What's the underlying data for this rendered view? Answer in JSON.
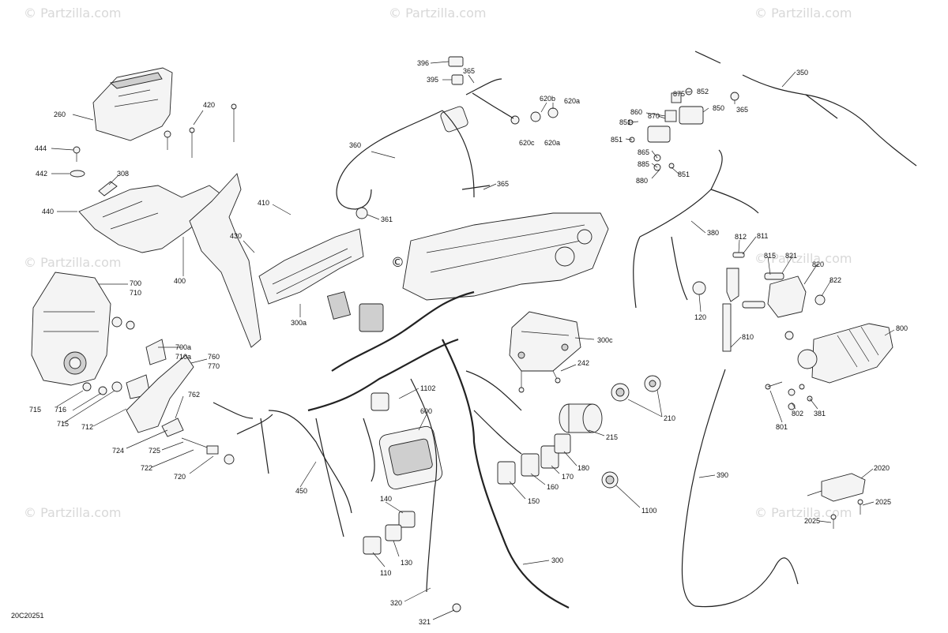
{
  "watermarks": [
    "© Partzilla.com",
    "© Partzilla.com",
    "© Partzilla.com",
    "© Partzilla.com",
    "© Partzilla.com",
    "© Partzilla.com",
    "© Partzilla.com"
  ],
  "center_watermark": "© Partzilla.com",
  "figure_code": "20C20251",
  "callouts": {
    "c396": "396",
    "c395": "395",
    "c365a": "365",
    "c620b": "620b",
    "c620a1": "620a",
    "c620c": "620c",
    "c620a2": "620a",
    "c360": "360",
    "c365b": "365",
    "c361": "361",
    "c260": "260",
    "c420": "420",
    "c444": "444",
    "c442": "442",
    "c308": "308",
    "c440": "440",
    "c410": "410",
    "c430": "430",
    "c400": "400",
    "c300a": "300a",
    "c700": "700",
    "c710": "710",
    "c700a": "700a",
    "c710a": "710a",
    "c760": "760",
    "c770": "770",
    "c715a": "715",
    "c716": "716",
    "c715b": "715",
    "c712": "712",
    "c762": "762",
    "c724": "724",
    "c725": "725",
    "c722": "722",
    "c720": "720",
    "c300c": "300c",
    "c242": "242",
    "c1102": "1102",
    "c600": "600",
    "c450": "450",
    "c140": "140",
    "c130": "130",
    "c110": "110",
    "c320": "320",
    "c321": "321",
    "c300": "300",
    "c150": "150",
    "c160": "160",
    "c170": "170",
    "c180": "180",
    "c215": "215",
    "c210": "210",
    "c1100": "1100",
    "c350": "350",
    "c365c": "365",
    "c875": "875",
    "c852": "852",
    "c860": "860",
    "c870": "870",
    "c850": "850",
    "c851a": "851",
    "c851b": "851",
    "c865": "865",
    "c885": "885",
    "c880": "880",
    "c851c": "851",
    "c380": "380",
    "c812": "812",
    "c811": "811",
    "c815": "815",
    "c821": "821",
    "c820": "820",
    "c822": "822",
    "c120": "120",
    "c810": "810",
    "c800": "800",
    "c381": "381",
    "c802": "802",
    "c801": "801",
    "c390": "390",
    "c2020": "2020",
    "c2025a": "2025",
    "c2025b": "2025"
  }
}
